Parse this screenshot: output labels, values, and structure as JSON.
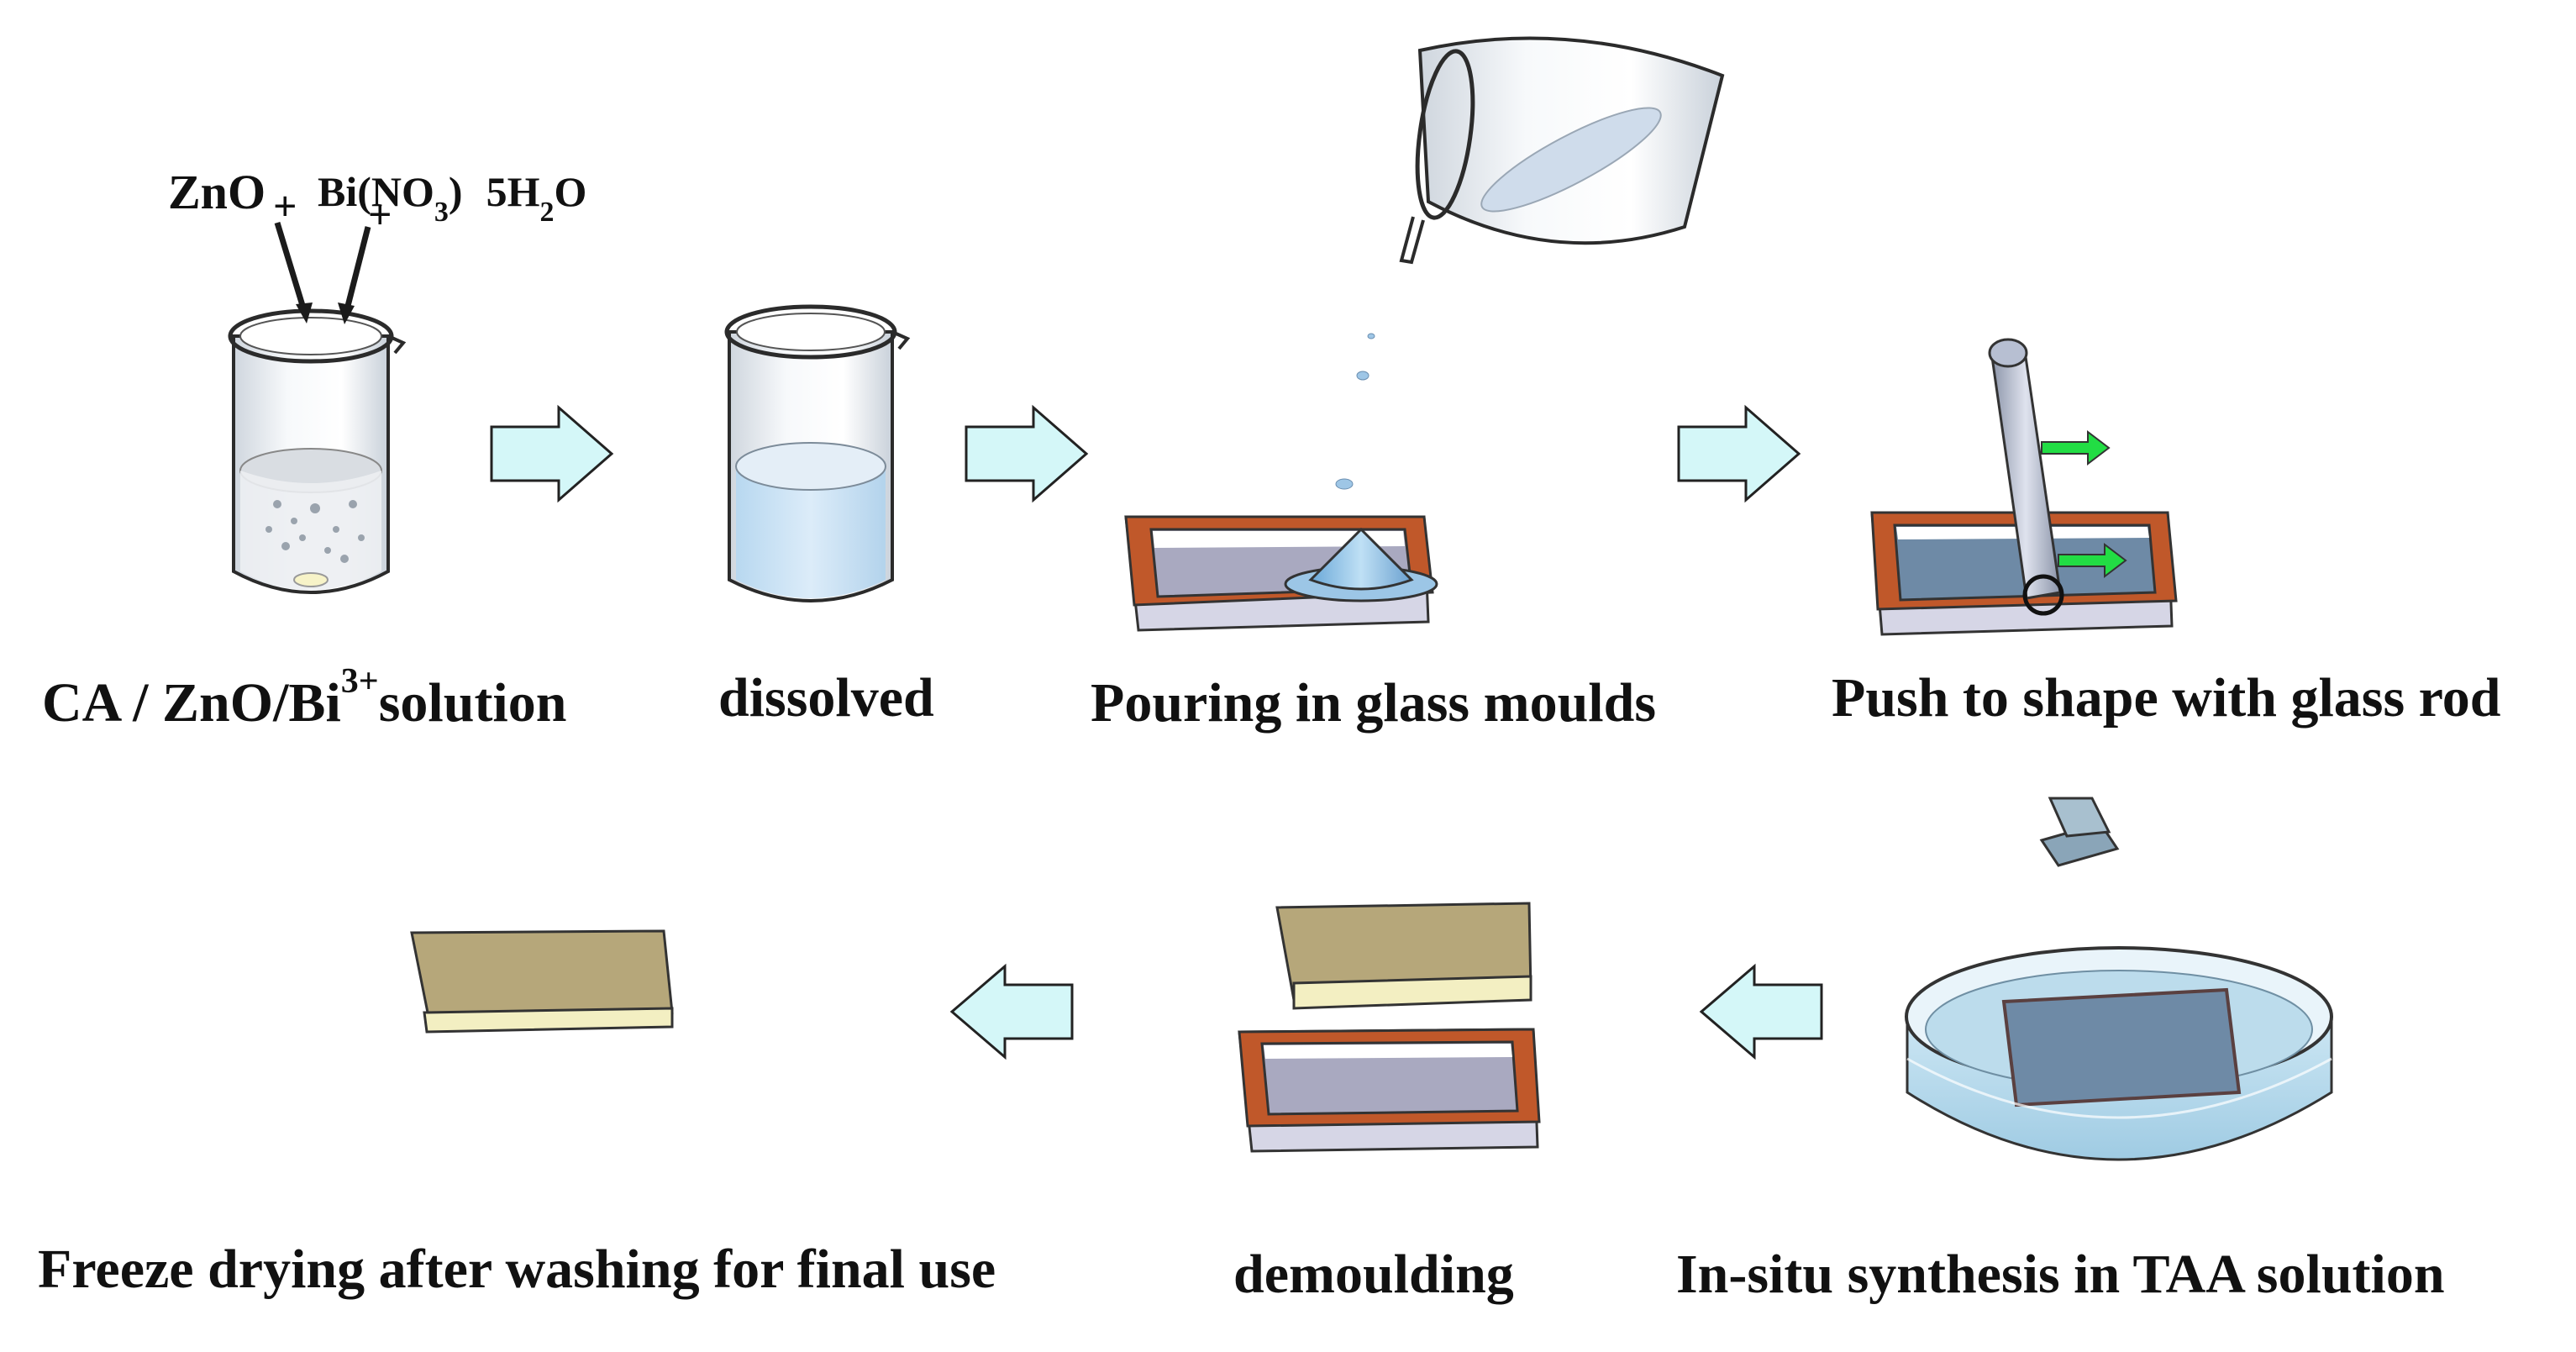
{
  "labels": {
    "zno": "ZnO",
    "bi_nitrate_main": "Bi(NO",
    "bi_nitrate_sub3": "3",
    "bi_nitrate_close": ")",
    "bi_nitrate_water_coef": "5H",
    "bi_nitrate_water_sub2": "2",
    "bi_nitrate_water_o": "O",
    "step1_prefix": "CA / ZnO/Bi",
    "step1_superscript": "3+",
    "step1_suffix": "solution",
    "step2": "dissolved",
    "step3": "Pouring in glass moulds",
    "step4": "Push to shape with glass rod",
    "step5": "In-situ synthesis in TAA  solution",
    "step6": "demoulding",
    "step7": "Freeze drying after washing for final use"
  },
  "colors": {
    "flow_arrow_fill": "#d4f7f8",
    "push_arrow": "#22dd44",
    "mould_frame": "#c0582a",
    "mould_glass": "#a9a9c0",
    "film_top": "#b6a77a",
    "film_edge": "#f3efc2",
    "liquid": "#cfe6f7",
    "dish_liquid": "#a9d3ea"
  }
}
